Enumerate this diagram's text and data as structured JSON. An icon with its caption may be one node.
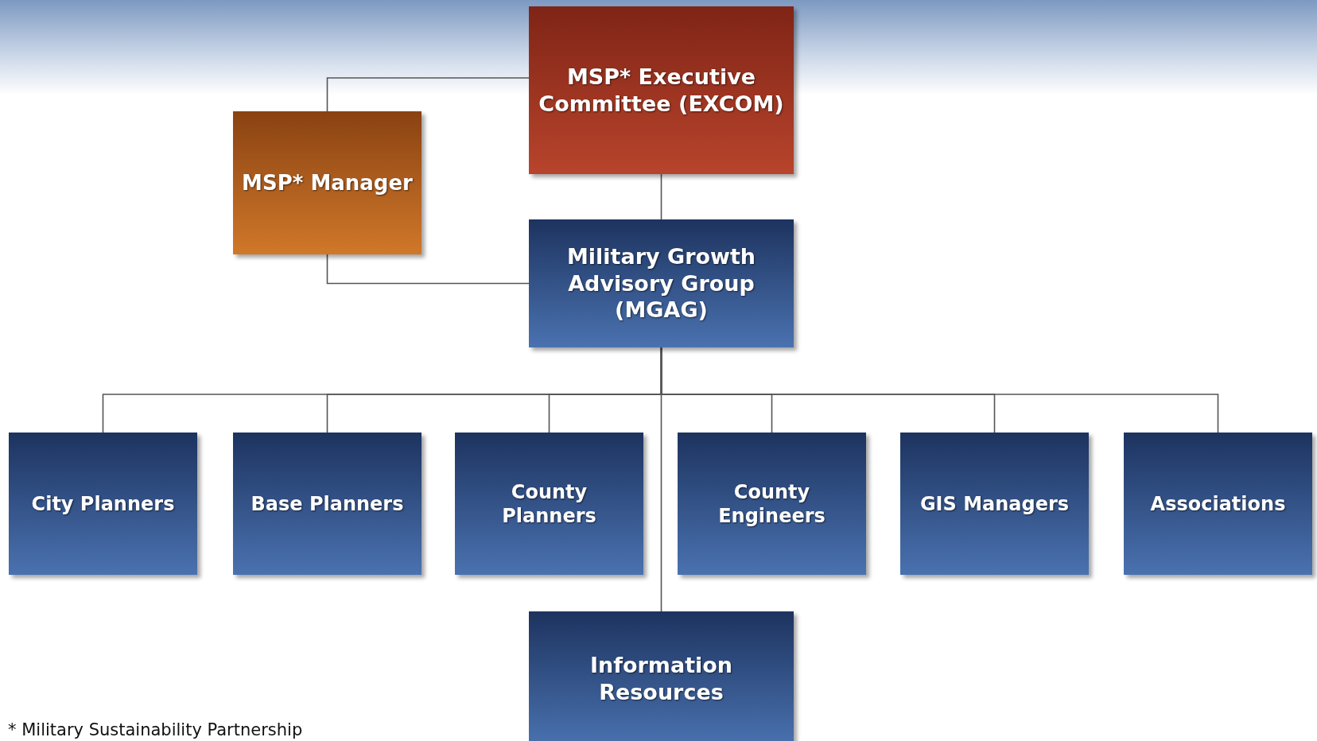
{
  "diagram": {
    "nodes": [
      {
        "text": [
          "MSP* Executive Committee (EXCOM)"
        ]
      },
      {
        "text": [
          "MSP* Manager"
        ]
      },
      {
        "text": [
          "Military Growth Advisory Group (MGAG)"
        ]
      },
      {
        "text": [
          "City Planners"
        ]
      },
      {
        "text": [
          "Base Planners"
        ]
      },
      {
        "text": [
          "County Planners"
        ]
      },
      {
        "text": [
          "County Engineers"
        ]
      },
      {
        "text": [
          "GIS Managers"
        ]
      },
      {
        "text": [
          "Associations"
        ]
      },
      {
        "text": [
          "Information Resources"
        ]
      }
    ],
    "edges": [
      {
        "from": 0,
        "to": 1,
        "arrow": "none"
      },
      {
        "from": 1,
        "to": 2,
        "arrow": "none"
      },
      {
        "from": 0,
        "to": 2,
        "arrow": "none"
      },
      {
        "from": 2,
        "to": 3,
        "arrow": "none"
      },
      {
        "from": 2,
        "to": 4,
        "arrow": "none"
      },
      {
        "from": 2,
        "to": 5,
        "arrow": "none"
      },
      {
        "from": 2,
        "to": 6,
        "arrow": "none"
      },
      {
        "from": 2,
        "to": 7,
        "arrow": "none"
      },
      {
        "from": 2,
        "to": 8,
        "arrow": "none"
      },
      {
        "from": 2,
        "to": 9,
        "arrow": "none"
      }
    ],
    "labels": [
      "* Military Sustainability Partnership"
    ]
  }
}
